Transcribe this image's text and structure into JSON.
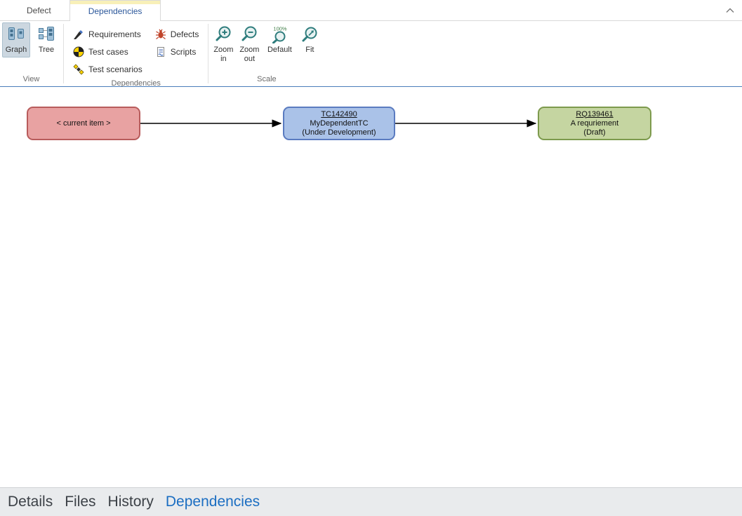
{
  "colors": {
    "active_tab_text": "#2b579a",
    "active_tab_accent": "#f8f0b8",
    "ribbon_bottom_line": "#4a7ebb",
    "graph_button_selected_bg": "#ccd7e0",
    "current_node_fill": "#e8a2a2",
    "current_node_border": "#b85c5c",
    "tc_node_fill": "#aac2e8",
    "tc_node_border": "#5a7bc0",
    "rq_node_fill": "#c5d5a1",
    "rq_node_border": "#7d9a4d",
    "bottom_active_text": "#1b6ec2"
  },
  "tabs": [
    {
      "label": "Defect",
      "active": false
    },
    {
      "label": "Dependencies",
      "active": true
    }
  ],
  "ribbon": {
    "view_group": {
      "label": "View",
      "buttons": [
        {
          "label": "Graph",
          "icon": "graph-icon",
          "selected": true
        },
        {
          "label": "Tree",
          "icon": "tree-icon",
          "selected": false
        }
      ]
    },
    "dependencies_group": {
      "label": "Dependencies",
      "toggles": [
        {
          "label": "Requirements",
          "icon": "requirements-icon"
        },
        {
          "label": "Test cases",
          "icon": "test-cases-icon"
        },
        {
          "label": "Test scenarios",
          "icon": "test-scenarios-icon"
        },
        {
          "label": "Defects",
          "icon": "defects-icon"
        },
        {
          "label": "Scripts",
          "icon": "scripts-icon"
        }
      ]
    },
    "scale_group": {
      "label": "Scale",
      "buttons": [
        {
          "label": "Zoom in",
          "icon": "zoom-in-icon"
        },
        {
          "label": "Zoom out",
          "icon": "zoom-out-icon"
        },
        {
          "label": "Default",
          "icon": "zoom-default-icon",
          "badge": "100%"
        },
        {
          "label": "Fit",
          "icon": "zoom-fit-icon"
        }
      ]
    }
  },
  "canvas": {
    "nodes": {
      "current": {
        "text": "< current item >"
      },
      "tc": {
        "id": "TC142490",
        "name": "MyDependentTC",
        "status": "(Under Development)"
      },
      "rq": {
        "id": "RQ139461",
        "name": "A requriement",
        "status": "(Draft)"
      }
    }
  },
  "bottom_bar": {
    "items": [
      {
        "label": "Details",
        "active": false
      },
      {
        "label": "Files",
        "active": false
      },
      {
        "label": "History",
        "active": false
      },
      {
        "label": "Dependencies",
        "active": true
      }
    ]
  }
}
